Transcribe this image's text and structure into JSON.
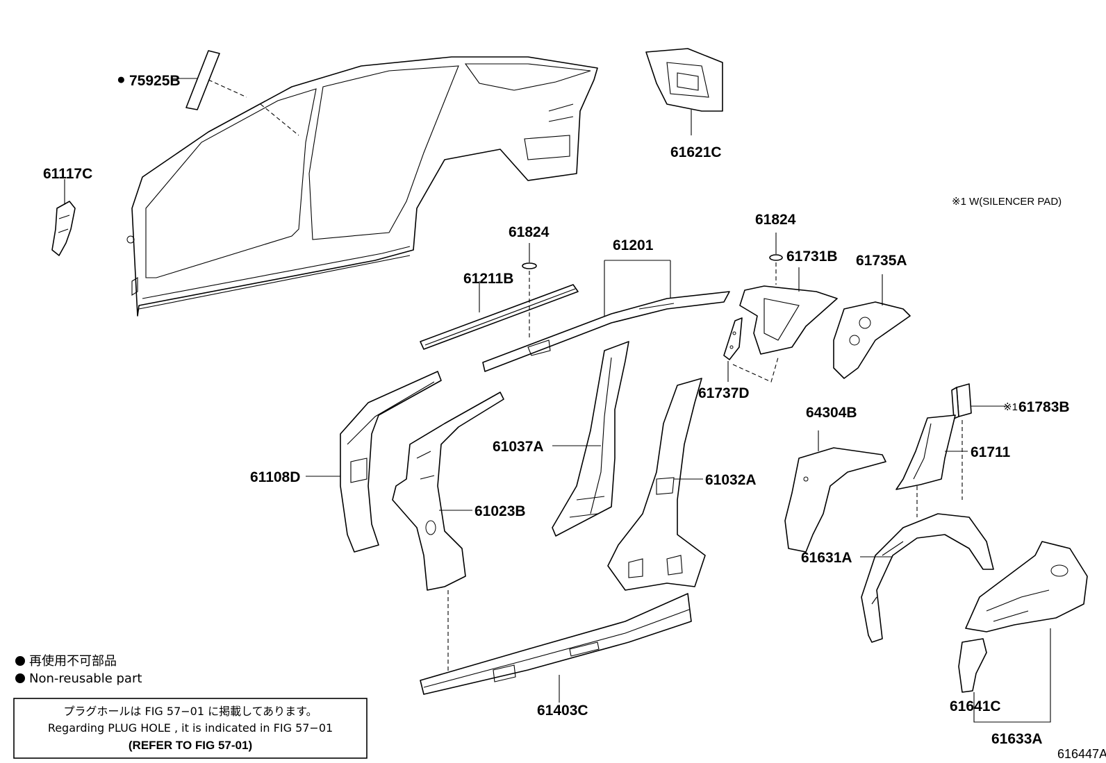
{
  "labels": {
    "p75925B": "75925B",
    "p61117C": "61117C",
    "p61621C": "61621C",
    "p61824a": "61824",
    "p61824b": "61824",
    "p61211B": "61211B",
    "p61201": "61201",
    "p61731B": "61731B",
    "p61735A": "61735A",
    "p61737D": "61737D",
    "p61783B": "61783B",
    "p64304B": "64304B",
    "p61711": "61711",
    "p61037A": "61037A",
    "p61032A": "61032A",
    "p61108D": "61108D",
    "p61023B": "61023B",
    "p61631A": "61631A",
    "p61403C": "61403C",
    "p61641C": "61641C",
    "p61633A": "61633A"
  },
  "marks": {
    "bullet": "●",
    "ref1": "※1"
  },
  "note_silencer": "※1 W(SILENCER PAD)",
  "legend": {
    "jp": "再使用不可部品",
    "en": "Non-reusable part"
  },
  "info_box": {
    "line1": "プラグホールは FIG 57−01 に掲載してあります。",
    "line2": "Regarding PLUG HOLE , it is indicated in FIG 57−01",
    "line3": "(REFER TO FIG 57-01)"
  },
  "figure_id": "616447A"
}
